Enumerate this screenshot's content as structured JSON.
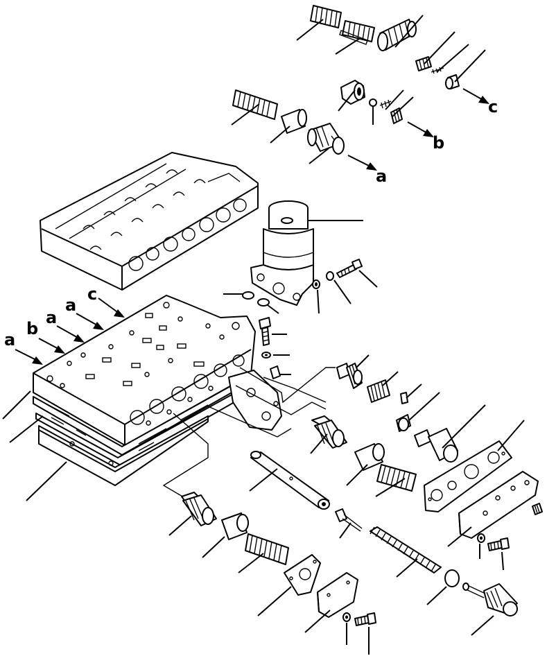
{
  "diagram": {
    "callout_letters": {
      "a_top": "a",
      "b_top": "b",
      "c_top": "c",
      "c_stack": "c",
      "a_stack_1": "a",
      "a_stack_2": "a",
      "b_stack": "b",
      "a_stack_3": "a"
    }
  }
}
